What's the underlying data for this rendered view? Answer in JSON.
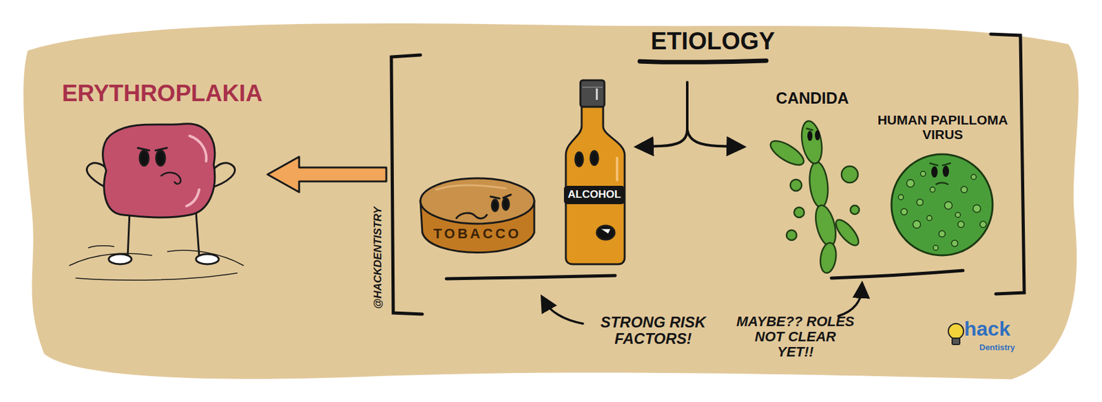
{
  "diagram": {
    "nodes": [
      {
        "text": [
          "ERYTHROPLAKIA"
        ]
      },
      {
        "text": [
          "ETIOLOGY"
        ]
      },
      {
        "text": [
          "TOBACCO"
        ],
        "in": 1
      },
      {
        "text": [
          "ALCOHOL"
        ],
        "in": 1
      },
      {
        "text": [
          "CANDIDA"
        ],
        "in": 1
      },
      {
        "text": [
          "HUMAN PAPILLOMA VIRUS"
        ],
        "in": 1
      }
    ],
    "edges": [
      {
        "from": 1,
        "to": 0,
        "arrow": "to"
      }
    ],
    "labels": [
      "STRONG RISK FACTORS!",
      "MAYBE?? ROLES NOT CLEAR YET!!",
      "@HACKDENTISTRY",
      "hack",
      "Dentistry"
    ]
  }
}
